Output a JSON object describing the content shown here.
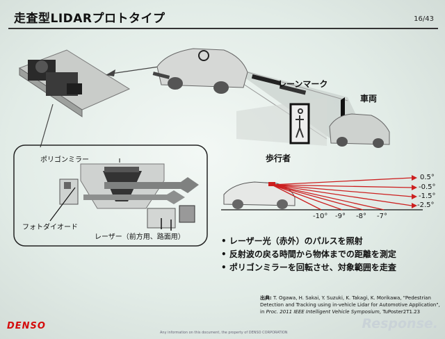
{
  "slide": {
    "title": "走査型LIDARプロトタイプ",
    "page_number": "16/43"
  },
  "scene_labels": {
    "lane_mark": "レーンマーク",
    "vehicle": "車両",
    "pedestrian": "歩行者"
  },
  "diagram_labels": {
    "polygon_mirror": "ポリゴンミラー",
    "photodiode": "フォトダイオード",
    "laser": "レーザー（前方用、路面用）"
  },
  "angles": {
    "vertical": [
      "0.5°",
      "-0.5°",
      "-1.5°",
      "-2.5°"
    ],
    "bottom": [
      "-10°",
      "-9°",
      "-8°",
      "-7°"
    ]
  },
  "bullets": [
    "レーザー光（赤外）のパルスを照射",
    "反射波の戻る時間から物体までの距離を測定",
    "ポリゴンミラーを回転させ、対象範囲を走査"
  ],
  "citation": {
    "prefix": "出典:",
    "authors_title": "T. Ogawa, H. Sakai, Y. Suzuki, K. Takagi, K. Morikawa, \"Pedestrian Detection and Tracking using in-vehicle Lidar for Automotive Application\", in",
    "venue": "Proc. 2011 IEEE Intelligent Vehicle Symposium,",
    "poster": "TuPoster2T1.23"
  },
  "footer": {
    "brand": "DENSO",
    "fine_print": "Any information on this document, the property of DENSO CORPORATION",
    "watermark": "Response."
  },
  "colors": {
    "brand_red": "#d40c0c",
    "laser_red": "#cc1f1f"
  }
}
